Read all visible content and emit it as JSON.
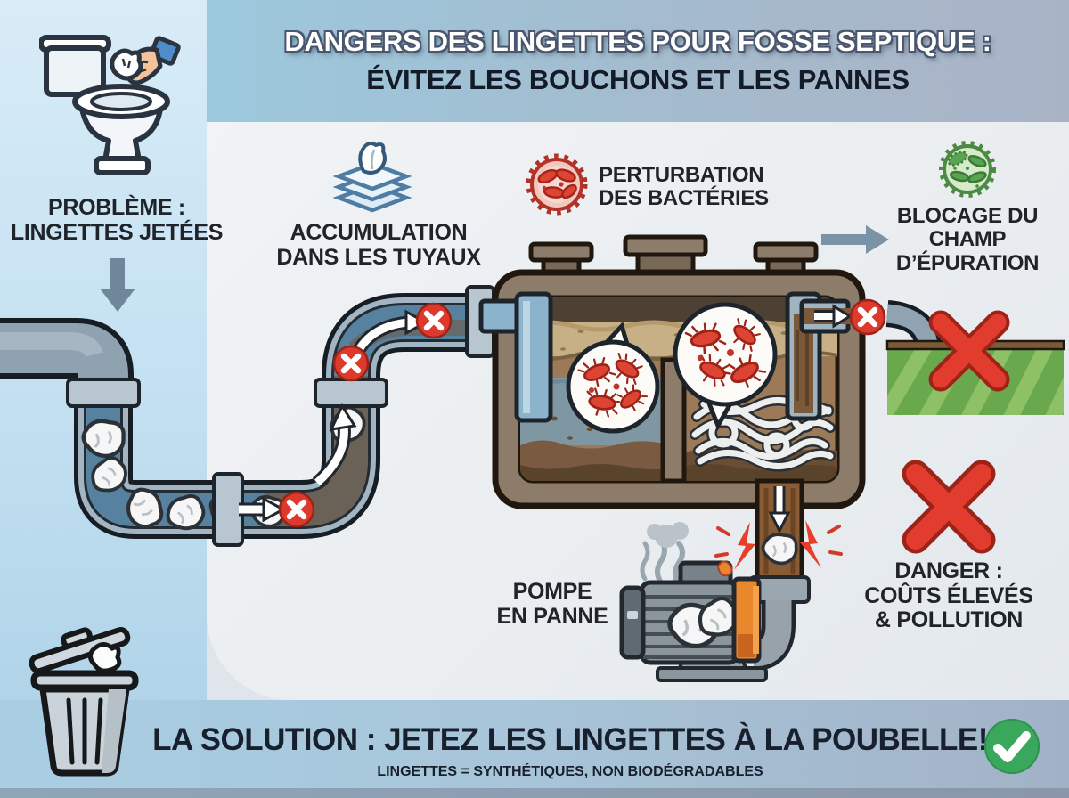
{
  "header": {
    "title_line1": "DANGERS DES LINGETTES POUR FOSSE SEPTIQUE :",
    "title_line2": "ÉVITEZ LES BOUCHONS ET LES PANNES"
  },
  "problem": {
    "line1": "PROBLÈME :",
    "line2": "LINGETTES JETÉES"
  },
  "stages": {
    "accumulation": {
      "line1": "ACCUMULATION",
      "line2": "DANS LES TUYAUX"
    },
    "perturbation": {
      "line1": "PERTURBATION",
      "line2": "DES BACTÉRIES"
    },
    "blocage": {
      "line1": "BLOCAGE DU",
      "line2": "CHAMP",
      "line3": "D’ÉPURATION"
    },
    "pompe": {
      "line1": "POMPE",
      "line2": "EN PANNE"
    },
    "danger": {
      "line1": "DANGER :",
      "line2": "COÛTS ÉLEVÉS",
      "line3": "& POLLUTION"
    }
  },
  "solution": {
    "headline": "LA SOLUTION : JETEZ LES LINGETTES À LA POUBELLE!",
    "subtext": "LINGETTES = SYNTHÉTIQUES, NON BIODÉGRADABLES"
  },
  "icons": {
    "toilet": "toilet-wipe-icon",
    "wipes_stack": "wipes-stack-icon",
    "red_bacteria": "red-bacteria-icon",
    "green_bacteria": "green-bacteria-icon",
    "trash": "trash-can-icon",
    "check": "check-circle-icon",
    "cross_badge": "red-x-badge-icon"
  },
  "colors": {
    "accent_red": "#dd392d",
    "accent_green": "#3aa85c",
    "pipe_steel": "#9db1bf",
    "pipe_water": "#56829f",
    "tank_wall": "#8d7c69",
    "field_green": "#6aa84e",
    "panel_blue": "#c3e0f1",
    "band_blue": "#a8cde2",
    "title_dark": "#141b28"
  }
}
